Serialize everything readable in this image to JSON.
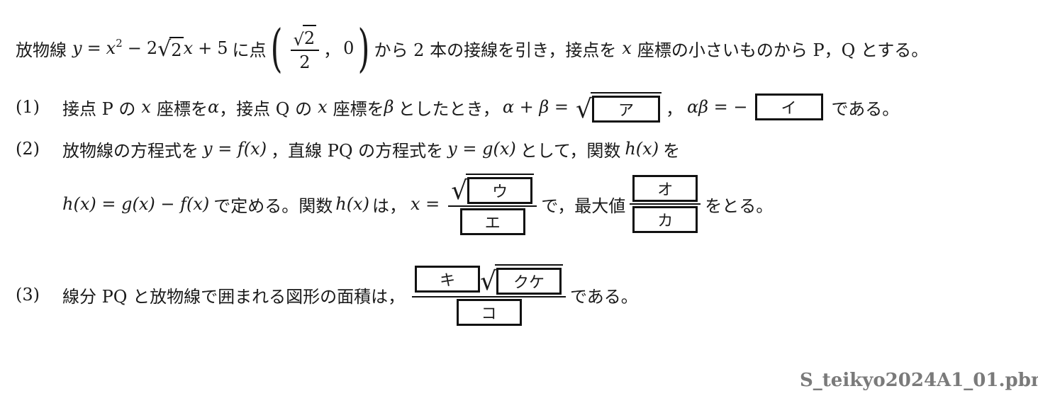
{
  "intro": {
    "text1": "放物線",
    "eq_y": "y",
    "eq_eq": "=",
    "eq_x2": "x",
    "eq_sup": "2",
    "eq_minus": "−",
    "eq_coef": "2",
    "eq_rad": "2",
    "eq_x": "x",
    "eq_plus": "+",
    "eq_const": "5",
    "text2": "に点",
    "pt_num": "2",
    "pt_den": "2",
    "pt_comma": "，",
    "pt_zero": "0",
    "text3": "から 2 本の接線を引き，接点を",
    "xvar": "x",
    "text4": "座標の小さいものから P，Q とする。"
  },
  "q1": {
    "label": "(1)",
    "t1": "接点 P の",
    "x1": "x",
    "t2": "座標を",
    "alpha1": "α",
    "t3": "，接点 Q の",
    "x2": "x",
    "t4": "座標を",
    "beta1": "β",
    "t5": "としたとき，",
    "sum": "α + β =",
    "box_a": "ア",
    "comma": "，",
    "prod": "αβ = −",
    "box_i": "イ",
    "t6": "である。"
  },
  "q2": {
    "label": "(2)",
    "l1_t1": "放物線の方程式を",
    "l1_eq1": "y = f(x)",
    "l1_t2": "，直線 PQ の方程式を",
    "l1_eq2": "y = g(x)",
    "l1_t3": "として，関数",
    "l1_h": "h(x)",
    "l1_t4": "を",
    "l2_def": "h(x) = g(x) − f(x)",
    "l2_t1": "で定める。関数",
    "l2_h": "h(x)",
    "l2_t2": "は，",
    "l2_x": "x =",
    "box_u": "ウ",
    "box_e": "エ",
    "l2_t3": "で，最大値",
    "box_o": "オ",
    "box_ka": "カ",
    "l2_t4": "をとる。"
  },
  "q3": {
    "label": "(3)",
    "t1": "線分 PQ と放物線で囲まれる図形の面積は，",
    "box_ki": "キ",
    "box_kuke": "クケ",
    "box_ko": "コ",
    "t2": "である。"
  },
  "filename": "S_teikyo2024A1_01.pbm"
}
